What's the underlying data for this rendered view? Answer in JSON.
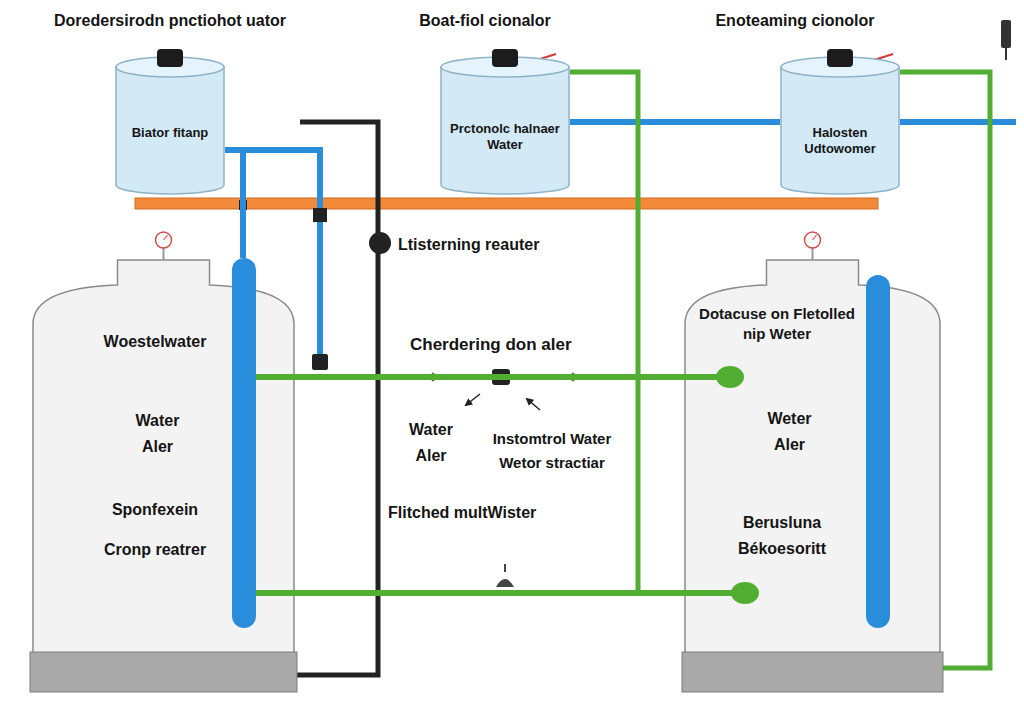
{
  "diagram": {
    "nodes": [
      {
        "text": [
          "Doredersirodn pnctiohot uator",
          "Biator fitanp"
        ]
      },
      {
        "text": [
          "Boat-fiol cionalor",
          "Prctonolc halnaer Water"
        ]
      },
      {
        "text": [
          "Enoteaming cionolor",
          "Halosten Udtowomer"
        ]
      },
      {
        "text": [
          "Woestelwater",
          "Water Aler",
          "Sponfexein",
          "Cronp reatrer"
        ]
      },
      {
        "text": [
          "Dotacuse on Fletolled nip Weter",
          "Weter Aler",
          "Berusluna Békoesoritt"
        ]
      }
    ],
    "edges": [
      {
        "from": 0,
        "to": 3,
        "arrow": "none"
      },
      {
        "from": 1,
        "to": 2,
        "arrow": "none"
      },
      {
        "from": 1,
        "to": 4,
        "arrow": "none"
      },
      {
        "from": 2,
        "to": 4,
        "arrow": "none"
      },
      {
        "from": 3,
        "to": 4,
        "arrow": "none"
      },
      {
        "from": 3,
        "to": 4,
        "arrow": "none"
      }
    ],
    "labels": [
      "Ltisterning reauter",
      "Cherdering don aler",
      "Water Aler",
      "Instomtrol Water Wetor stractiar",
      "Flitched multWister"
    ]
  }
}
